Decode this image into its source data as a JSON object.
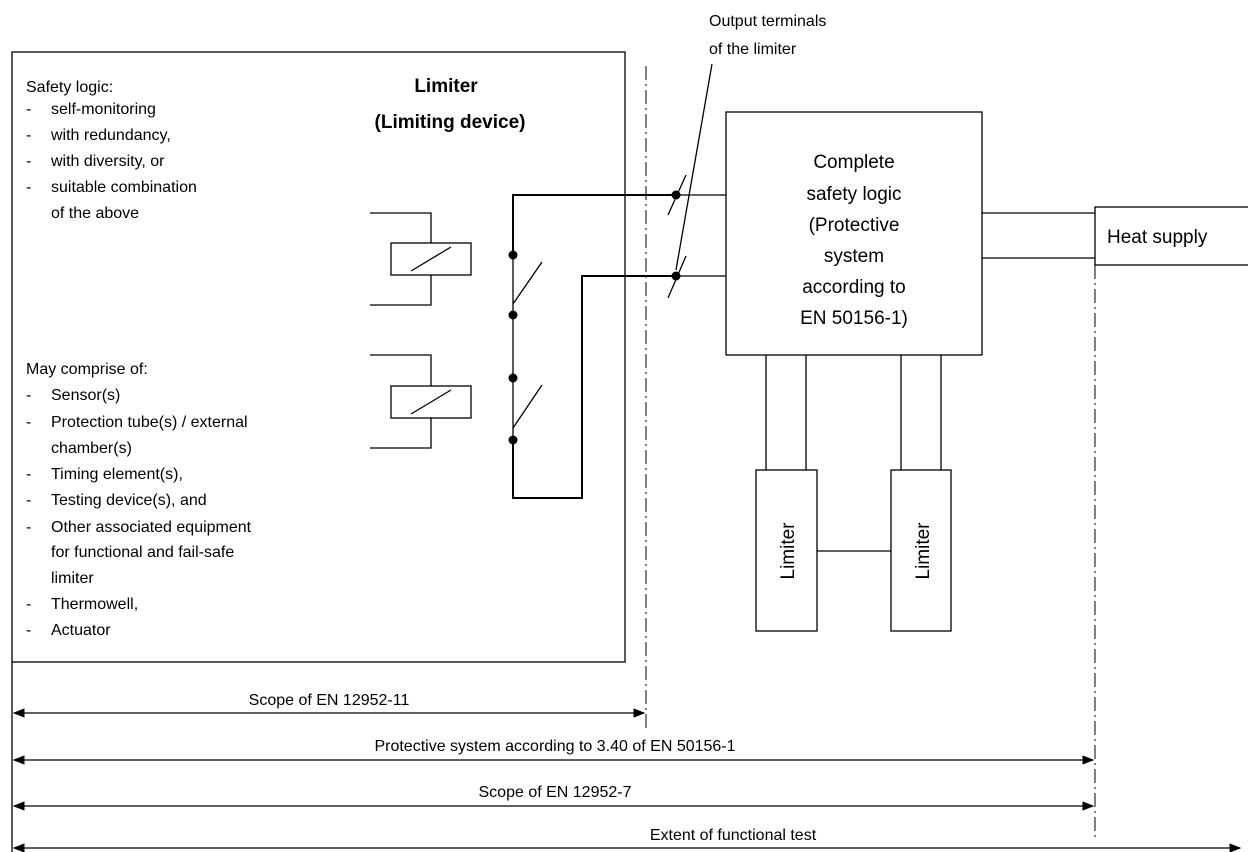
{
  "limiter_box": {
    "title_line1": "Limiter",
    "title_line2": "(Limiting device)",
    "safety_logic_heading": "Safety logic:",
    "safety_logic_items": [
      "self-monitoring",
      "with redundancy,",
      "with diversity, or",
      "suitable combination",
      "of the above"
    ],
    "comprise_heading": "May comprise of:",
    "comprise_items": [
      "Sensor(s)",
      "Protection tube(s) / external",
      "chamber(s)",
      "Timing element(s),",
      "Testing device(s), and",
      "Other associated equipment",
      "for functional and fail-safe",
      "limiter",
      "Thermowell,",
      "Actuator"
    ]
  },
  "output_terminals_label": [
    "Output terminals",
    "of the limiter"
  ],
  "safety_logic_box": [
    "Complete",
    "safety logic",
    "(Protective",
    "system",
    "according to",
    "EN 50156-1)"
  ],
  "heat_supply_label": "Heat supply",
  "limiter_small_labels": [
    "Limiter",
    "Limiter"
  ],
  "scope_labels": {
    "scope_11": "Scope of EN 12952-11",
    "protective_system": "Protective system according to 3.40 of EN 50156-1",
    "scope_7": "Scope of EN 12952-7",
    "functional_test": "Extent of functional test"
  }
}
